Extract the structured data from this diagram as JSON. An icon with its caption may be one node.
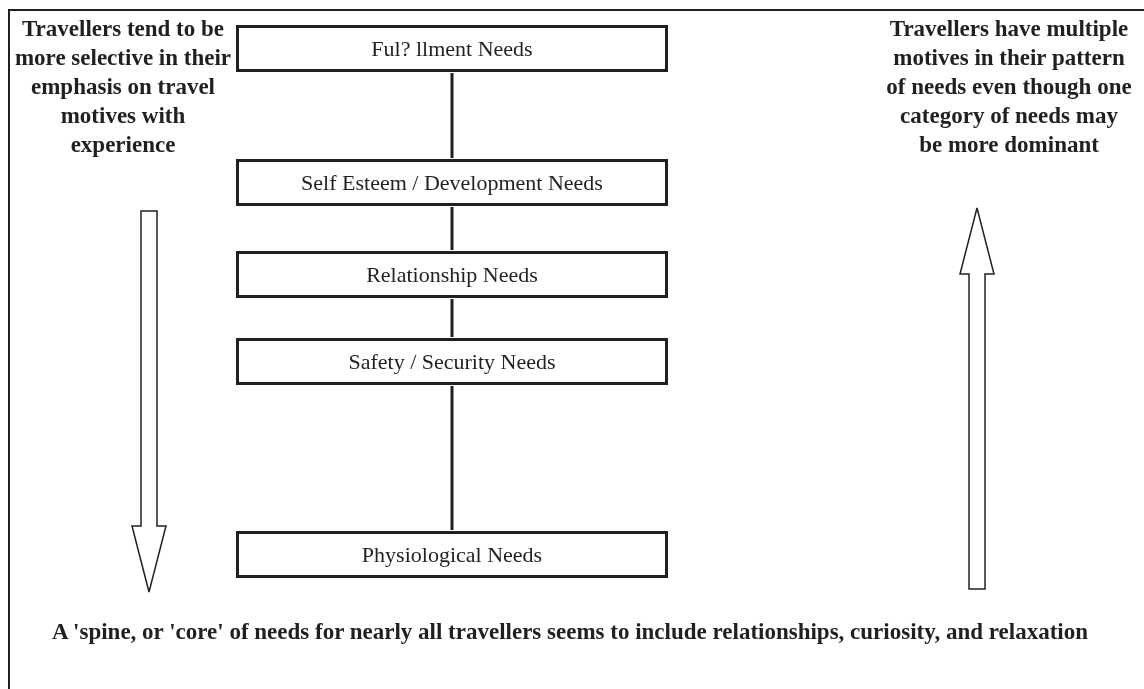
{
  "diagram": {
    "nodes": [
      {
        "text": [
          "Ful? llment Needs"
        ]
      },
      {
        "text": [
          "Self Esteem / Development Needs"
        ]
      },
      {
        "text": [
          "Relationship Needs"
        ]
      },
      {
        "text": [
          "Safety / Security Needs"
        ]
      },
      {
        "text": [
          "Physiological Needs"
        ]
      }
    ],
    "edges": [
      {
        "from": 0,
        "to": 1,
        "arrow": "none"
      },
      {
        "from": 1,
        "to": 2,
        "arrow": "none"
      },
      {
        "from": 2,
        "to": 3,
        "arrow": "none"
      },
      {
        "from": 3,
        "to": 4,
        "arrow": "none"
      }
    ],
    "labels": [
      "Travellers tend to be more selective in their emphasis on travel motives with experience",
      "Travellers have multiple motives in their pattern of needs even though one category of needs may be more dominant",
      "A 'spine, or 'core' of needs for nearly all travellers seems to include relationships, curiosity, and relaxation"
    ]
  }
}
